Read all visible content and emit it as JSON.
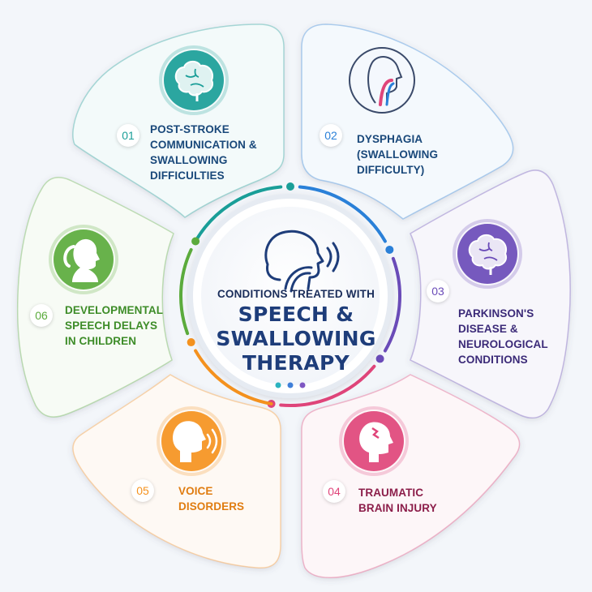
{
  "center": {
    "subtitle": "CONDITIONS TREATED WITH",
    "title_line1": "SPEECH &",
    "title_line2": "SWALLOWING",
    "title_line3": "THERAPY",
    "dot_colors": [
      "#2bb3c0",
      "#3f7fd9",
      "#7e57c2"
    ]
  },
  "segments": [
    {
      "id": "seg1",
      "number": "01",
      "lines": [
        "POST-STROKE",
        "COMMUNICATION &",
        "SWALLOWING",
        "DIFFICULTIES"
      ],
      "color": "#1a9e98",
      "text_color": "#19487a",
      "icon": "brain-icon"
    },
    {
      "id": "seg2",
      "number": "02",
      "lines": [
        "DYSPHAGIA",
        "(SWALLOWING",
        "DIFFICULTY)"
      ],
      "color": "#2a80d8",
      "text_color": "#19487a",
      "icon": "throat-profile-icon"
    },
    {
      "id": "seg3",
      "number": "03",
      "lines": [
        "PARKINSON'S",
        "DISEASE &",
        "NEUROLOGICAL",
        "CONDITIONS"
      ],
      "color": "#6a4bb8",
      "text_color": "#3b2a78",
      "icon": "brain-icon"
    },
    {
      "id": "seg4",
      "number": "04",
      "lines": [
        "TRAUMATIC",
        "BRAIN INJURY"
      ],
      "color": "#e0457a",
      "text_color": "#8c1e4a",
      "icon": "head-injury-icon"
    },
    {
      "id": "seg5",
      "number": "05",
      "lines": [
        "VOICE",
        "DISORDERS"
      ],
      "color": "#f5921e",
      "text_color": "#e07c10",
      "icon": "speaking-head-icon"
    },
    {
      "id": "seg6",
      "number": "06",
      "lines": [
        "DEVELOPMENTAL",
        "SPEECH DELAYS",
        "IN CHILDREN"
      ],
      "color": "#5bab3c",
      "text_color": "#3d8c28",
      "icon": "child-silhouette-icon"
    }
  ]
}
